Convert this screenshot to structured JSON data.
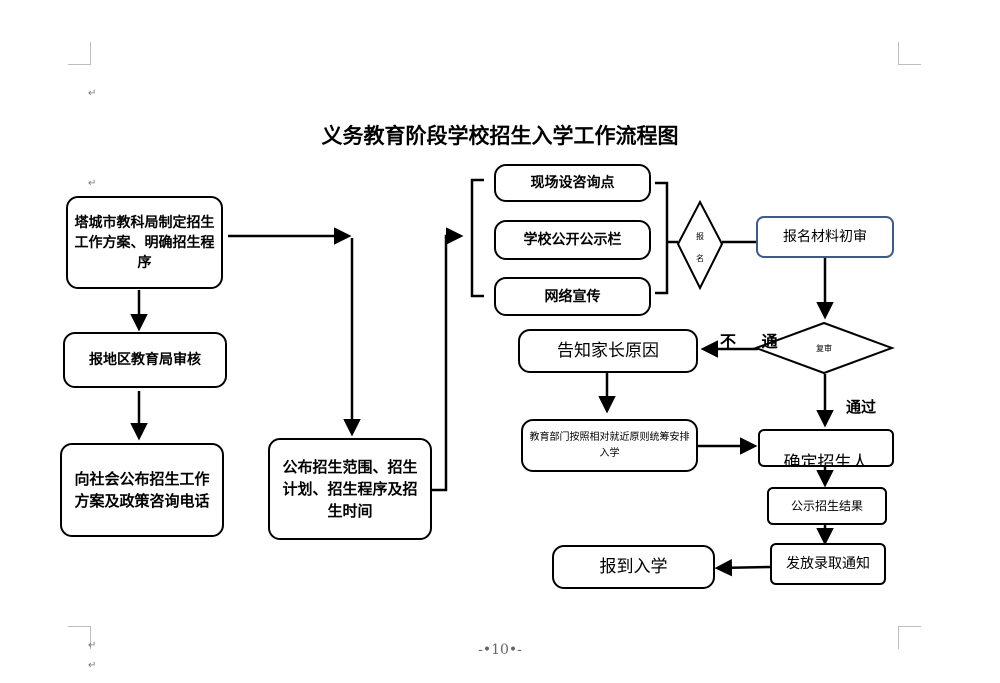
{
  "title": "义务教育阶段学校招生入学工作流程图",
  "para_mark": "↵",
  "boxes": {
    "formulate": "塔城市教科局制定招生工作方案、明确招生程序",
    "report": "报地区教育局审核",
    "publish_society": "向社会公布招生工作方案及政策咨询电话",
    "publish_scope": "公布招生范围、招生计划、招生程序及招生时间",
    "onsite": "现场设咨询点",
    "board": "学校公开公示栏",
    "online": "网络宣传",
    "initial_review": "报名材料初审",
    "notify_parents": "告知家长原因",
    "arrange": "教育部门按照相对就近原则统筹安排入学",
    "confirm": "确定招生人",
    "announce": "公示招生结果",
    "issue_notice": "发放录取通知",
    "enroll": "报到入学"
  },
  "diamonds": {
    "register": "报名",
    "recheck": "复审"
  },
  "labels": {
    "fail": "不 通",
    "pass": "通过"
  },
  "page_number": "-•10•-"
}
